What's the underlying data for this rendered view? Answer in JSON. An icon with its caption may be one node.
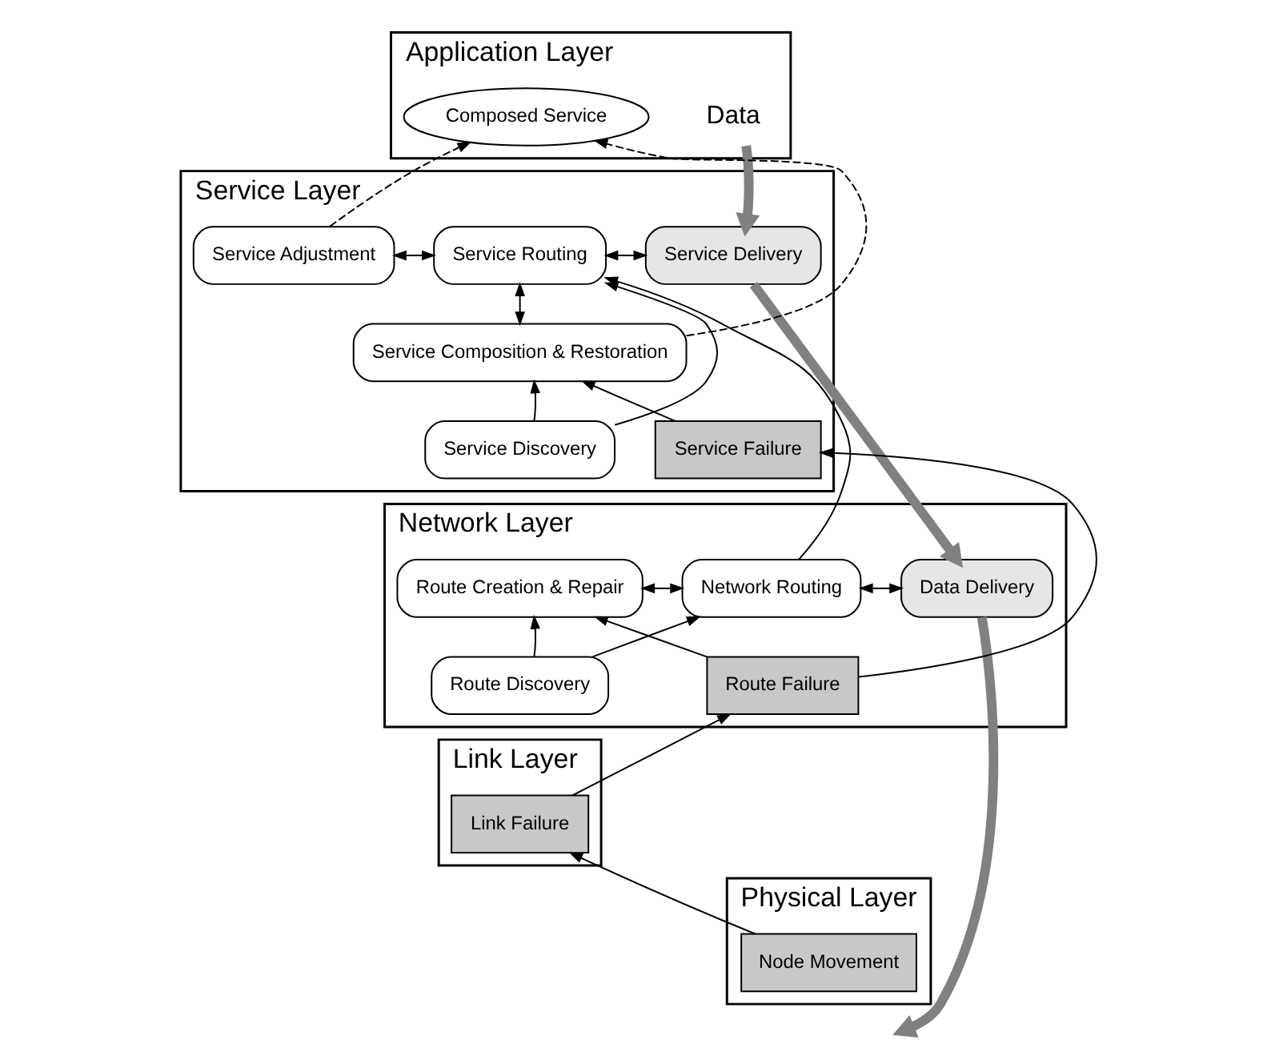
{
  "diagram": {
    "nodes": [
      {
        "text": [
          "Application Layer"
        ]
      },
      {
        "text": [
          "Data"
        ],
        "in": 0
      },
      {
        "text": [
          "Composed Service"
        ],
        "in": 0
      },
      {
        "text": [
          "Service Layer"
        ]
      },
      {
        "text": [
          "Service Delivery"
        ],
        "in": 3
      },
      {
        "text": [
          "Service Routing"
        ],
        "in": 3
      },
      {
        "text": [
          "Service Adjustment"
        ],
        "in": 3
      },
      {
        "text": [
          "Service Composition & Restoration"
        ],
        "in": 3
      },
      {
        "text": [
          "Service Failure"
        ],
        "in": 3
      },
      {
        "text": [
          "Service Discovery"
        ],
        "in": 3
      },
      {
        "text": [
          "Network Layer"
        ]
      },
      {
        "text": [
          "Data Delivery"
        ],
        "in": 10
      },
      {
        "text": [
          "Network Routing"
        ],
        "in": 10
      },
      {
        "text": [
          "Route Creation & Repair"
        ],
        "in": 10
      },
      {
        "text": [
          "Route Discovery"
        ],
        "in": 10
      },
      {
        "text": [
          "Route Failure"
        ],
        "in": 10
      },
      {
        "text": [
          "Link Layer"
        ]
      },
      {
        "text": [
          "Link Failure"
        ],
        "in": 16
      },
      {
        "text": [
          "Physical Layer"
        ]
      },
      {
        "text": [
          "Node Movement"
        ],
        "in": 18
      }
    ],
    "edges": [
      {
        "from": 1,
        "to": 4,
        "arrow": "to",
        "style": "thick",
        "color": "#808080"
      },
      {
        "from": 4,
        "to": 11,
        "arrow": "to",
        "style": "thick",
        "color": "#808080"
      },
      {
        "from": 11,
        "to": null,
        "arrow": "to",
        "style": "thick",
        "color": "#808080"
      },
      {
        "from": 4,
        "to": 5,
        "arrow": "both"
      },
      {
        "from": 5,
        "to": 6,
        "arrow": "both"
      },
      {
        "from": 5,
        "to": 7,
        "arrow": "both"
      },
      {
        "from": 9,
        "to": 5,
        "arrow": "to"
      },
      {
        "from": 9,
        "to": 7,
        "arrow": "to"
      },
      {
        "from": 6,
        "to": 2,
        "arrow": "to",
        "style": "dashed"
      },
      {
        "from": 7,
        "to": 2,
        "arrow": "to",
        "style": "dashed"
      },
      {
        "from": 8,
        "to": 7,
        "arrow": "to"
      },
      {
        "from": 11,
        "to": 12,
        "arrow": "both"
      },
      {
        "from": 12,
        "to": 5,
        "arrow": "to"
      },
      {
        "from": 12,
        "to": 13,
        "arrow": "both"
      },
      {
        "from": 14,
        "to": 12,
        "arrow": "to"
      },
      {
        "from": 14,
        "to": 13,
        "arrow": "to"
      },
      {
        "from": 15,
        "to": 13,
        "arrow": "to"
      },
      {
        "from": 15,
        "to": 8,
        "arrow": "to"
      },
      {
        "from": 17,
        "to": 15,
        "arrow": "to"
      },
      {
        "from": 19,
        "to": 17,
        "arrow": "to"
      }
    ]
  }
}
